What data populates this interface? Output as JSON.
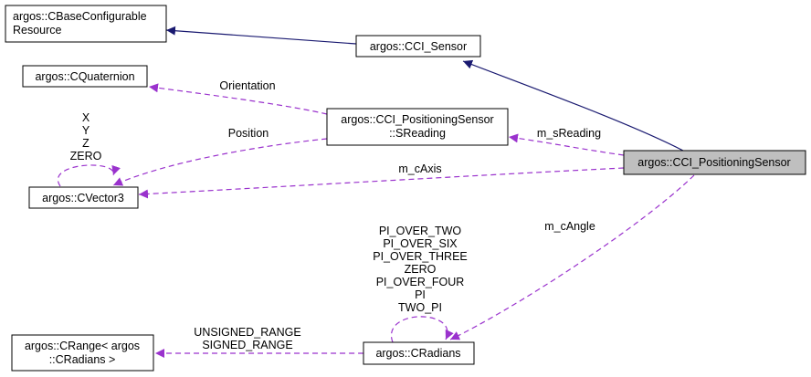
{
  "diagram": {
    "colors": {
      "inheritance": "#191970",
      "member": "#9a32cd",
      "focus_fill": "#bfbfbf",
      "node_fill": "#ffffff"
    },
    "nodes": {
      "cbase": {
        "lines": [
          "argos::CBaseConfigurable",
          "Resource"
        ]
      },
      "ccisensor": {
        "lines": [
          "argos::CCI_Sensor"
        ]
      },
      "cquaternion": {
        "lines": [
          "argos::CQuaternion"
        ]
      },
      "sreading": {
        "lines": [
          "argos::CCI_PositioningSensor",
          "::SReading"
        ]
      },
      "focus": {
        "lines": [
          "argos::CCI_PositioningSensor"
        ]
      },
      "cvector3": {
        "lines": [
          "argos::CVector3"
        ]
      },
      "crange": {
        "lines": [
          "argos::CRange< argos",
          "::CRadians >"
        ]
      },
      "cradians": {
        "lines": [
          "argos::CRadians"
        ]
      }
    },
    "edge_labels": {
      "orientation": [
        "Orientation"
      ],
      "position": [
        "Position"
      ],
      "sreading": [
        "m_sReading"
      ],
      "caxis": [
        "m_cAxis"
      ],
      "cangle": [
        "m_cAngle"
      ],
      "vector_self": [
        "X",
        "Y",
        "Z",
        "ZERO"
      ],
      "radians_self": [
        "PI_OVER_TWO",
        "PI_OVER_SIX",
        "PI_OVER_THREE",
        "ZERO",
        "PI_OVER_FOUR",
        "PI",
        "TWO_PI"
      ],
      "range": [
        "UNSIGNED_RANGE",
        "SIGNED_RANGE"
      ]
    }
  }
}
